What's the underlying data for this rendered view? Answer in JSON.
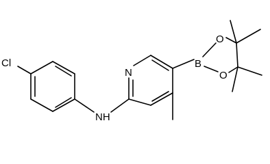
{
  "molecule": {
    "atoms": {
      "cl": "Cl",
      "nh": "NH",
      "n_pyridine": "N",
      "b": "B",
      "o_top": "O",
      "o_bottom": "O"
    }
  },
  "colors": {
    "bond": "#000000",
    "background": "#ffffff"
  }
}
